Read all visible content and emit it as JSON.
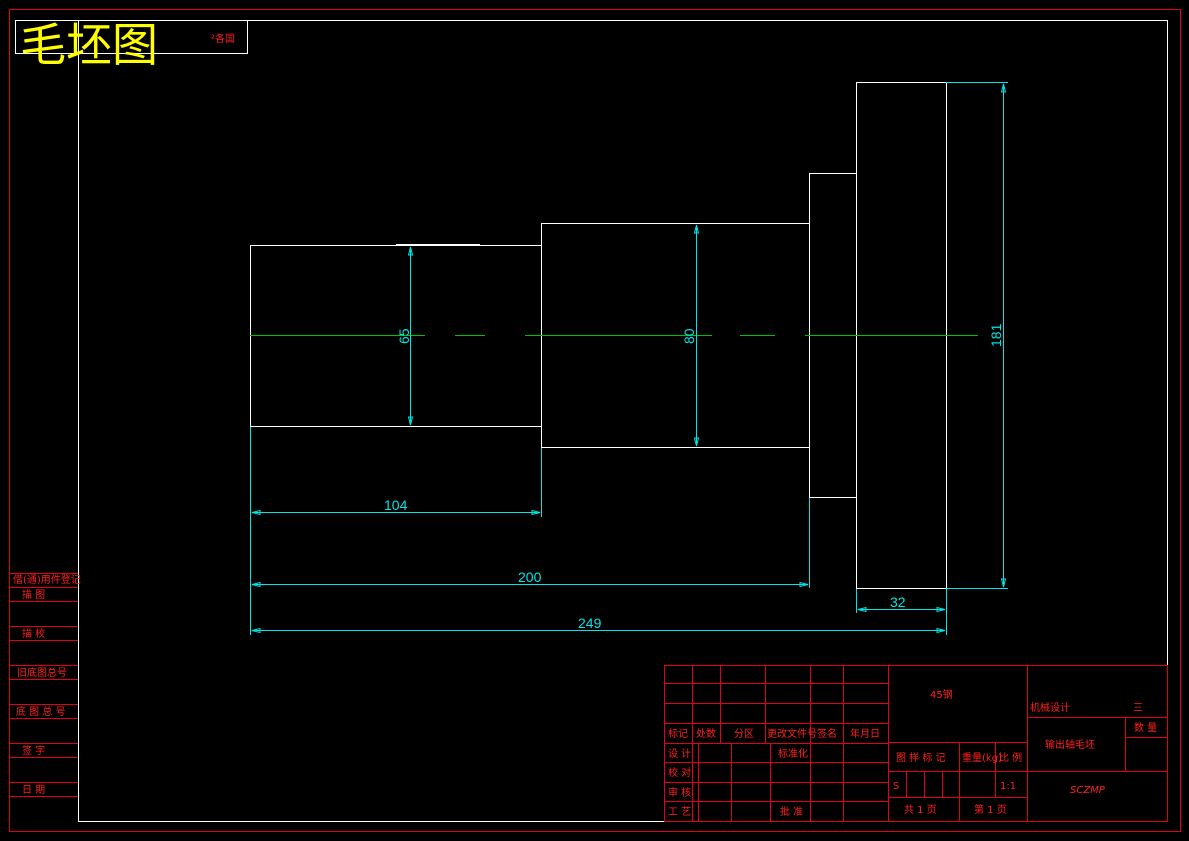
{
  "title": "毛坯图",
  "title_note": "²各国",
  "dimensions": {
    "d65": "65",
    "d80": "80",
    "d181": "181",
    "l104": "104",
    "l200": "200",
    "l32": "32",
    "l249": "249"
  },
  "left_column": [
    "借(通)用件登记",
    "描 图",
    "描 校",
    "旧底图总号",
    "底 图 总 号",
    "签 字",
    "日 期"
  ],
  "title_block": {
    "material": "45钢",
    "header_row": [
      "标记",
      "处数",
      "分区",
      "更改文件号",
      "签名",
      "年月日"
    ],
    "rows": [
      "设 计",
      "校 对",
      "审 核",
      "工 艺"
    ],
    "standardization": "标准化",
    "approval": "批 准",
    "stage_labels": [
      "图 样 标 记",
      "重量(kg)",
      "比 例"
    ],
    "stage_mark": "S",
    "scale": "1:1",
    "pages_total": "共 1 页",
    "page_no": "第 1 页",
    "course": "机械设计",
    "course_no": "三",
    "quantity_label": "数 量",
    "part_name": "输出轴毛坯",
    "code": "SCZMP"
  }
}
